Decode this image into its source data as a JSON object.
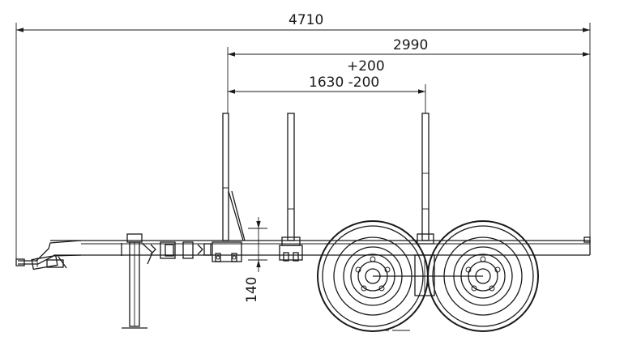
{
  "dimensions": {
    "overall_length": "4710",
    "stake_span": "2990",
    "adjust_plus": "+200",
    "stake_pitch": "1630 -200",
    "frame_height": "140"
  },
  "colors": {
    "line": "#1a1a1a",
    "background": "#ffffff"
  }
}
